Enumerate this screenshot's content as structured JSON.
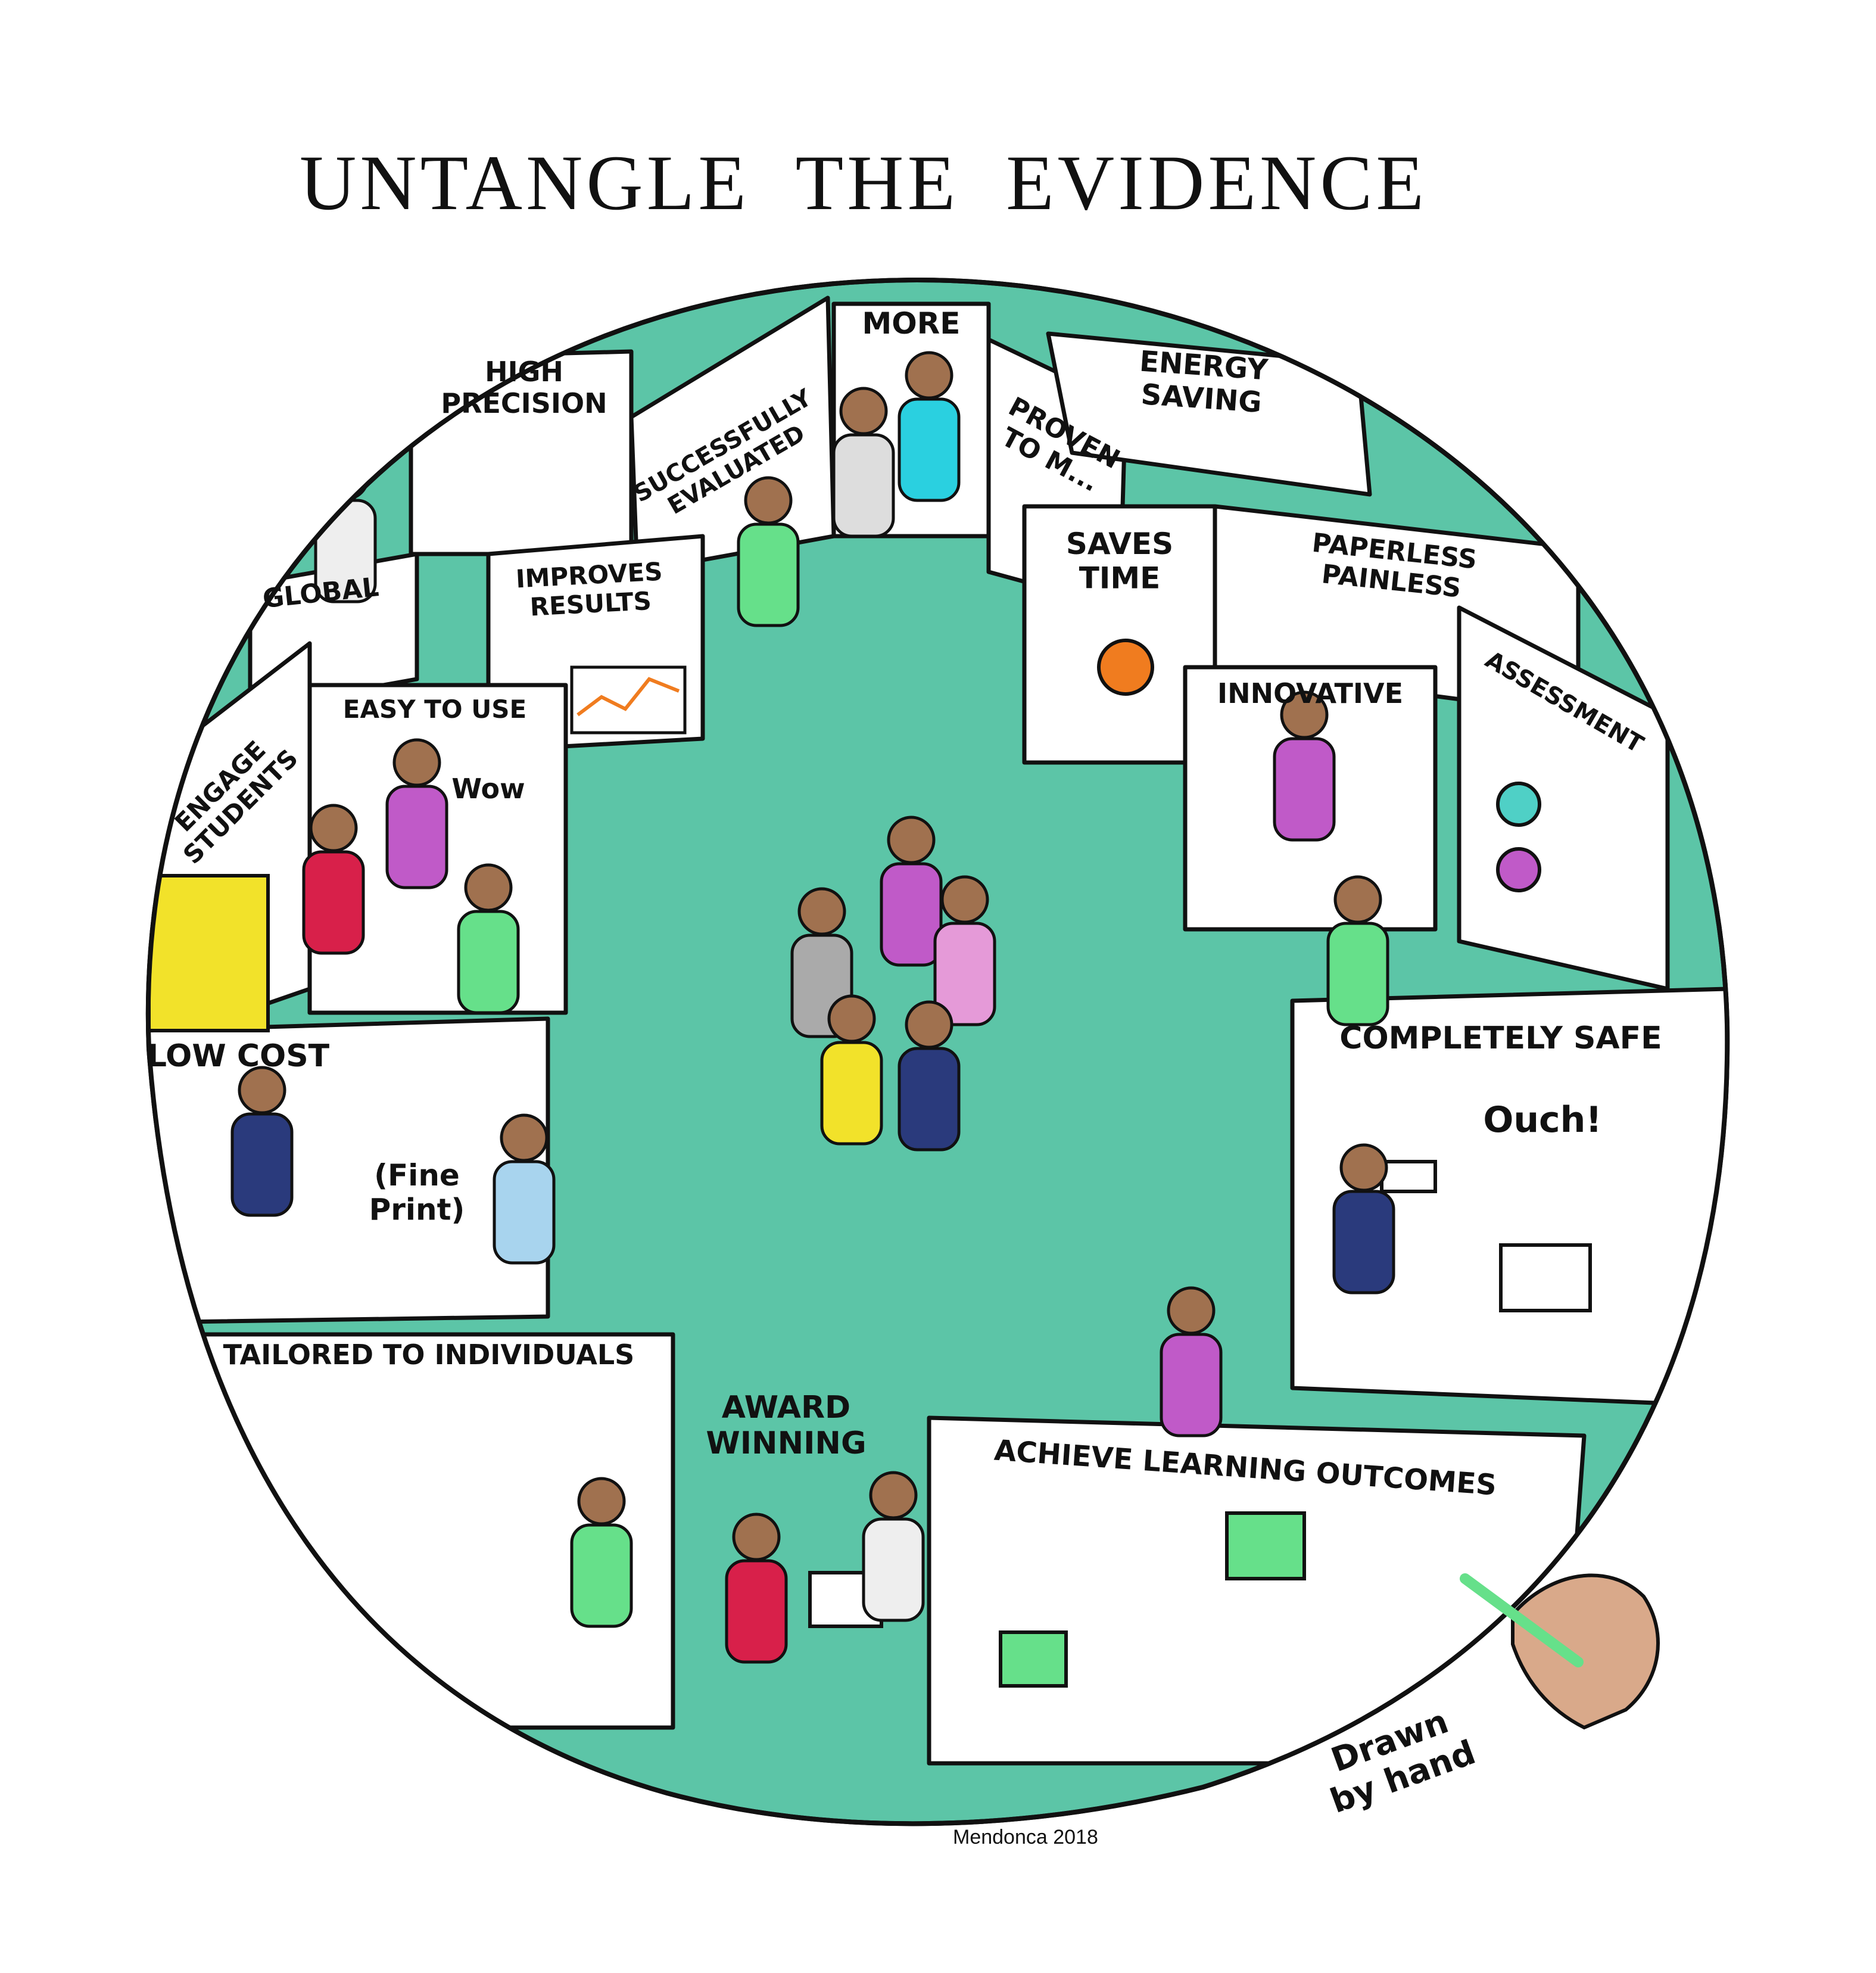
{
  "title": "UNTANGLE THE EVIDENCE",
  "colors": {
    "background": "#ffffff",
    "floor": "#5cc5a7",
    "floor_dark": "#3fae8f",
    "ink": "#111111",
    "booth": "#ffffff",
    "accent_orange": "#f07c1f",
    "accent_yellow": "#f2e22a",
    "accent_green": "#66e08a",
    "accent_magenta": "#c05ac8",
    "accent_red": "#d8204a",
    "accent_blue": "#2a3a7c",
    "skin_hand": "#d9a98a"
  },
  "signs": {
    "high_precision": "HIGH\nPRECISION",
    "successfully_evaluated": "SUCCESSFULLY\nEVALUATED",
    "more": "MORE",
    "energy_saving": "ENERGY\nSAVING",
    "proven": "PROVEN\nTO M...",
    "global": "GLOBAL",
    "improves_results": "IMPROVES\nRESULTS",
    "saves_time": "SAVES\nTIME",
    "paperless_painless": "PAPERLESS\nPAINLESS",
    "engage_students": "ENGAGE\nSTUDENTS",
    "easy_to_use": "EASY TO USE",
    "innovative": "INNOVATIVE",
    "assessment": "ASSESSMENT",
    "low_cost": "LOW COST",
    "completely_safe": "COMPLETELY SAFE",
    "tailored": "TAILORED TO INDIVIDUALS",
    "achieve": "ACHIEVE LEARNING OUTCOMES"
  },
  "bubbles": {
    "wow": "Wow",
    "fine_print": "(Fine\nPrint)",
    "ouch": "Ouch!",
    "award": "AWARD\nWINNING"
  },
  "signature": "Mendonca 2018",
  "drawn_by_hand": "Drawn\nby hand",
  "icons": [
    "clock-icon",
    "arrow-right-icon",
    "arrow-up-icon",
    "megaphone-icon",
    "headphones-icon",
    "vr-headset-icon",
    "monitor-icon",
    "camera-icon",
    "checkmark-icon",
    "line-chart-icon",
    "pen-hand-icon"
  ]
}
